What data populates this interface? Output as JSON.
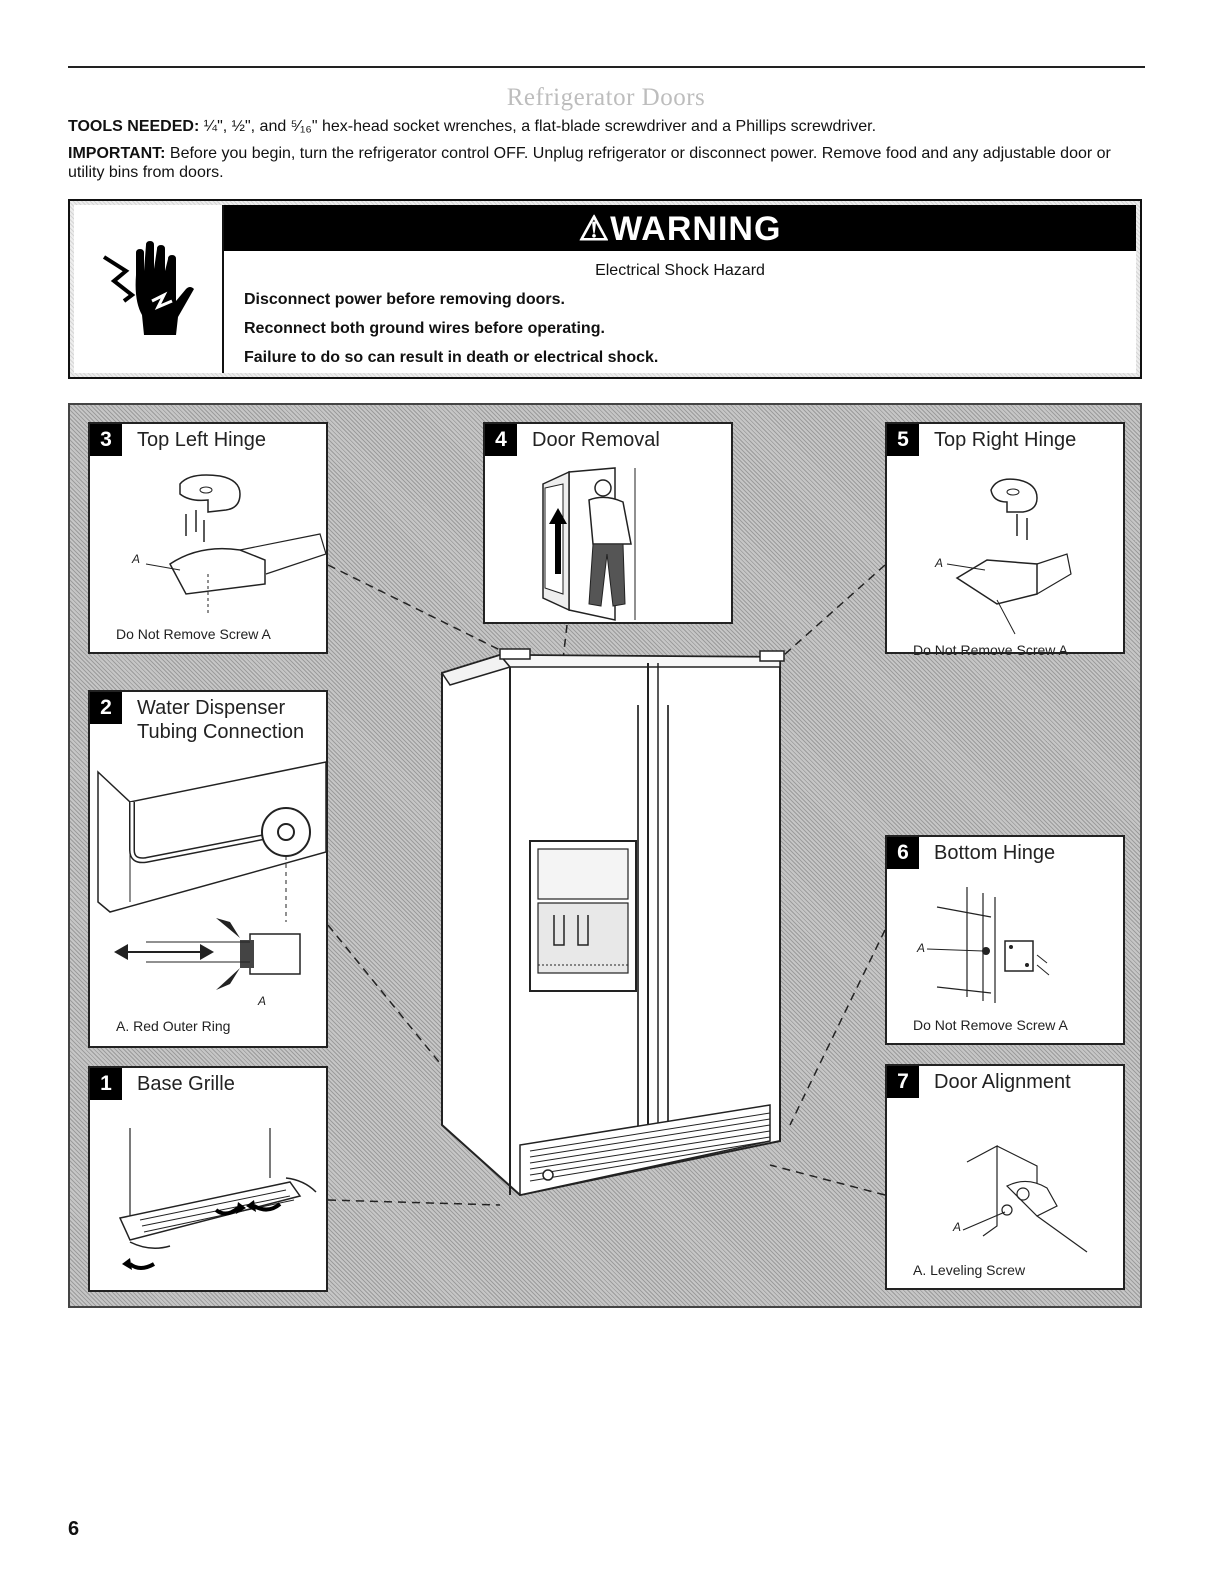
{
  "page": {
    "title": "Refrigerator Doors",
    "page_number": "6"
  },
  "tools": {
    "label": "TOOLS NEEDED:",
    "text": " ¼\", ½\", and ⁵⁄₁₆\" hex-head socket wrenches, a flat-blade screwdriver and a Phillips screwdriver."
  },
  "important": {
    "label": "IMPORTANT:",
    "text": " Before you begin, turn the refrigerator control OFF. Unplug refrigerator or disconnect power. Remove food and any adjustable door or utility bins from doors."
  },
  "warning": {
    "banner": "WARNING",
    "icon": "electrical-shock-hand-icon",
    "hazard": "Electrical Shock Hazard",
    "lines": [
      "Disconnect power before removing doors.",
      "Reconnect both ground wires before operating.",
      "Failure to do so can result in death or electrical shock."
    ]
  },
  "steps": [
    {
      "number": "3",
      "title": "Top Left Hinge",
      "caption": "Do Not Remove Screw A",
      "label_a": "A"
    },
    {
      "number": "4",
      "title": "Door Removal"
    },
    {
      "number": "5",
      "title": "Top Right Hinge",
      "caption": "Do Not Remove Screw A",
      "label_a": "A"
    },
    {
      "number": "2",
      "title_line1": "Water Dispenser",
      "title_line2": "Tubing Connection",
      "caption": "A. Red Outer Ring",
      "label_a": "A"
    },
    {
      "number": "6",
      "title": "Bottom Hinge",
      "caption": "Do Not Remove Screw A",
      "label_a": "A"
    },
    {
      "number": "1",
      "title": "Base Grille"
    },
    {
      "number": "7",
      "title": "Door Alignment",
      "caption": "A. Leveling Screw",
      "label_a": "A"
    }
  ],
  "colors": {
    "banner": "#000000",
    "panel_pattern": "#9c9c9c",
    "title_gray": "#bdbdbd"
  }
}
